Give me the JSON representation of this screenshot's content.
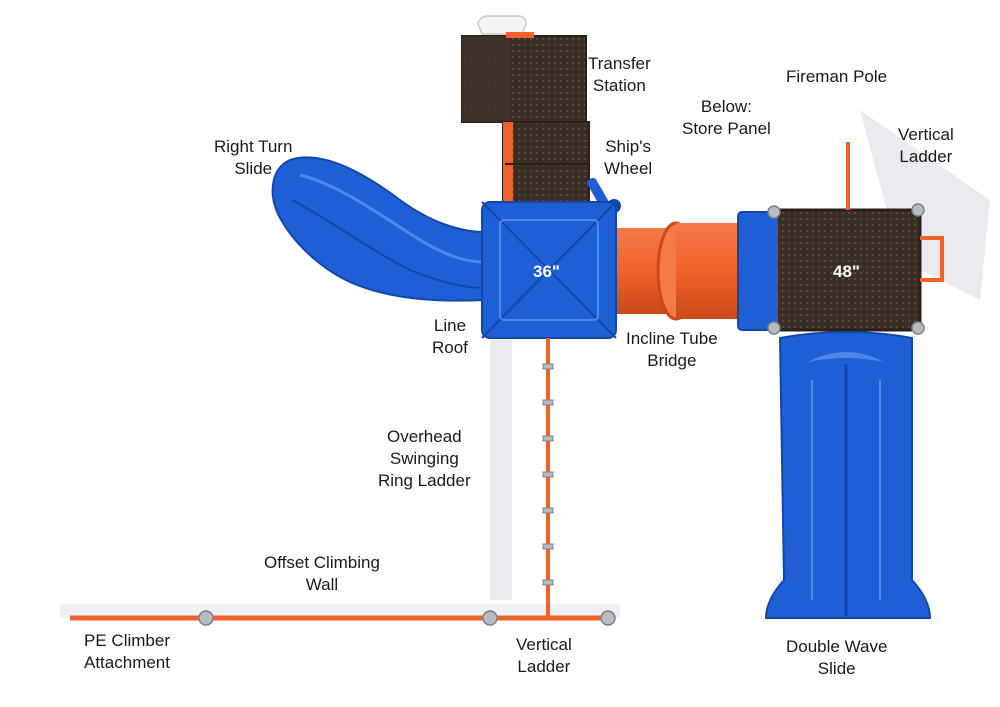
{
  "colors": {
    "blue": "#1f5fd6",
    "blue_dark": "#1446a8",
    "orange": "#f0622a",
    "orange_dark": "#c94a18",
    "deck_brown": "#3a2e24",
    "hardware_gray": "#b8bcc2"
  },
  "decks": {
    "left_height": "36\"",
    "right_height": "48\""
  },
  "labels": {
    "transfer_station": [
      "Transfer",
      "Station"
    ],
    "fireman_pole": [
      "Fireman Pole"
    ],
    "store_panel": [
      "Below:",
      "Store Panel"
    ],
    "vertical_ladder_top": [
      "Vertical",
      "Ladder"
    ],
    "right_turn_slide": [
      "Right Turn",
      "Slide"
    ],
    "ships_wheel": [
      "Ship's",
      "Wheel"
    ],
    "line_roof": [
      "Line",
      "Roof"
    ],
    "incline_tube_bridge": [
      "Incline Tube",
      "Bridge"
    ],
    "overhead_ring_ladder": [
      "Overhead",
      "Swinging",
      "Ring Ladder"
    ],
    "offset_climbing_wall": [
      "Offset Climbing",
      "Wall"
    ],
    "pe_climber": [
      "PE Climber",
      "Attachment"
    ],
    "vertical_ladder_bottom": [
      "Vertical",
      "Ladder"
    ],
    "double_wave_slide": [
      "Double Wave",
      "Slide"
    ]
  }
}
